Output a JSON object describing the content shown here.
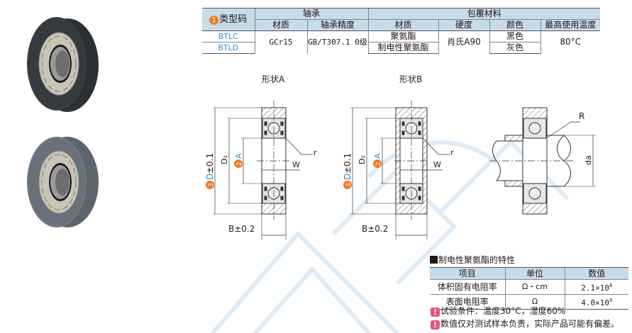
{
  "spec_table": {
    "type_code_badge": "1",
    "type_code_label": "类型码",
    "bearing_group": "轴承",
    "coating_group": "包覆材料",
    "columns": [
      "材质",
      "轴承精度",
      "材质",
      "硬度",
      "颜色",
      "最高使用温度"
    ],
    "rows": [
      {
        "code": "BTLC",
        "coating_material": "聚氨酯",
        "color": "黑色"
      },
      {
        "code": "BTLD",
        "coating_material": "制电性聚氨酯",
        "color": "灰色"
      }
    ],
    "bearing_material": "GCr15",
    "bearing_precision": "GB/T307.1 0级",
    "hardness": "肖氏A90",
    "max_temp": "80°C"
  },
  "drawings": {
    "shape_a_title": "形状A",
    "shape_b_title": "形状B",
    "label_D": "D±0.1",
    "label_D_badge": "3",
    "label_D_letter": "D",
    "label_D_tol": "±0.1",
    "label_D1": "D₁",
    "label_A_badge": "2",
    "label_A": "A",
    "label_r": "r",
    "label_W": "W",
    "label_B": "B±0.2",
    "label_R": "R",
    "label_da": "da"
  },
  "property_table": {
    "title": "制电性聚氨酯的特性",
    "headers": [
      "项目",
      "单位",
      "数值"
    ],
    "rows": [
      {
        "item": "体积固有电阻率",
        "unit": "Ω・cm",
        "value_base": "2.1×10",
        "value_exp": "8"
      },
      {
        "item": "表面电阻率",
        "unit": "Ω",
        "value_base": "4.0×10",
        "value_exp": "9"
      }
    ]
  },
  "notes": [
    "试验条件：温度30°C，湿度60%",
    "数值仅对测试样本负责，实际产品可能有偏差。"
  ],
  "colors": {
    "header_bg": "#c7dbe8",
    "code_blue": "#2f8fd0",
    "badge_orange": "#ef7b22",
    "warn_pink": "#e8508b",
    "watermark": "#d8e8f5"
  }
}
